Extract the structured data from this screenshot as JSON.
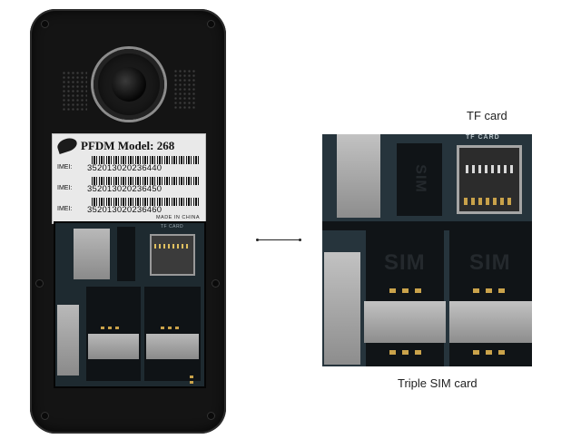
{
  "phone_label": {
    "title": "PFDM Model: 268",
    "imei_prefix": "IMEI:",
    "imei_numbers": [
      "352013020236440",
      "352013020236450",
      "352013020236460"
    ],
    "made_in": "MADE IN CHINA"
  },
  "board_markings": {
    "tf_card": "TF CARD",
    "sim": "SIM"
  },
  "captions": {
    "tf_card": "TF card",
    "triple_sim": "Triple SIM card"
  },
  "colors": {
    "phone_body": "#141414",
    "pcb": "#26343c",
    "metal_contacts": "#b9b9b9",
    "gold_pins": "#c9a24a"
  }
}
